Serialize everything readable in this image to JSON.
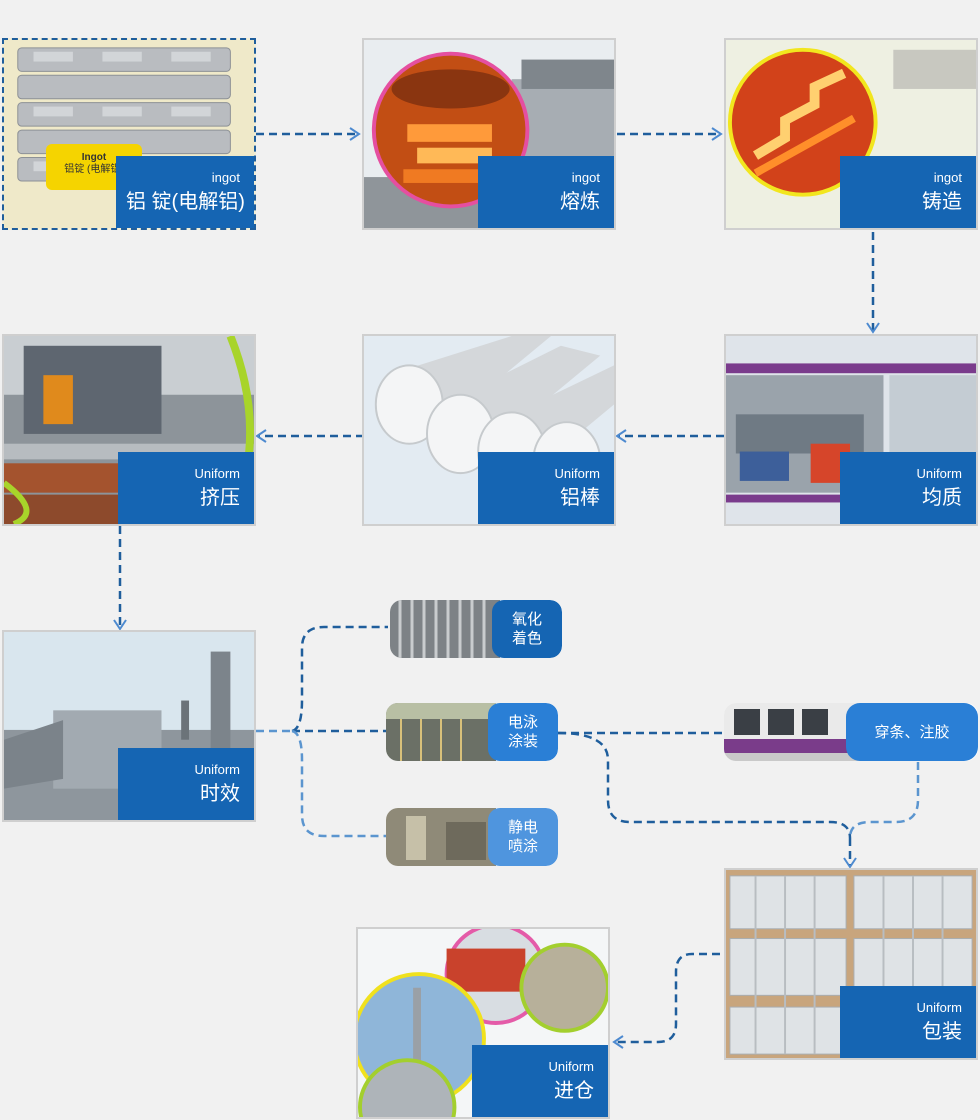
{
  "steps": {
    "ingot": {
      "sub": "ingot",
      "main": "铝 锭(电解铝)",
      "badge_line1": "Ingot",
      "badge_line2": "铝锭 (电解铝)"
    },
    "melting": {
      "sub": "ingot",
      "main": "熔炼"
    },
    "casting": {
      "sub": "ingot",
      "main": "铸造"
    },
    "extrusion": {
      "sub": "Uniform",
      "main": "挤压"
    },
    "billet": {
      "sub": "Uniform",
      "main": "铝棒"
    },
    "homogen": {
      "sub": "Uniform",
      "main": "均质"
    },
    "aging": {
      "sub": "Uniform",
      "main": "时效"
    },
    "packing": {
      "sub": "Uniform",
      "main": "包装"
    },
    "storage": {
      "sub": "Uniform",
      "main": "进仓"
    }
  },
  "finishes": {
    "anodize": "氧化\n着色",
    "electro": "电泳\n涂装",
    "powder": "静电\n喷涂",
    "thermal": "穿条、注胶"
  },
  "colors": {
    "label_blue": "#1565b3",
    "pill_blue": "#2a7fd6",
    "pill_blue_light": "#4f95de",
    "line_dark": "#1f5e9c",
    "line_light": "#5b95cf"
  }
}
